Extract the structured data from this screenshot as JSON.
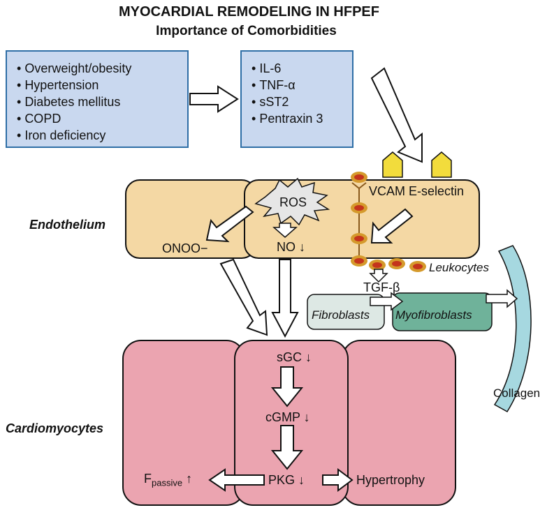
{
  "title": "MYOCARDIAL REMODELING IN HFPEF",
  "subtitle": "Importance of Comorbidities",
  "comorbidities": [
    "Overweight/obesity",
    "Hypertension",
    "Diabetes mellitus",
    "COPD",
    "Iron deficiency"
  ],
  "mediators": [
    "IL-6",
    "TNF-α",
    "sST2",
    "Pentraxin 3"
  ],
  "labels": {
    "endothelium": "Endothelium",
    "cardiomyocytes": "Cardiomyocytes",
    "ros": "ROS",
    "onoo": "ONOO−",
    "no": "NO ↓",
    "vcam": "VCAM E-selectin",
    "leukocytes": "Leukocytes",
    "tgf": "TGF-β",
    "fibroblasts": "Fibroblasts",
    "myofibroblasts": "Myofibroblasts",
    "collagen": "Collagen",
    "sgc": "sGC ↓",
    "cgmp": "cGMP ↓",
    "pkg": "PKG ↓",
    "hypertrophy": "Hypertrophy",
    "f": "F",
    "f_sub": "passive",
    "f_arrow": "↑"
  },
  "colors": {
    "box_fill": "#c9d8ef",
    "box_border": "#2e6ea6",
    "endothelium": "#f4d8a4",
    "cardiomyocyte": "#eba4b0",
    "fibroblast": "#dde8e4",
    "myofibroblast": "#6fb29a",
    "collagen": "#a6d8e0",
    "receptor": "#f2dc3c",
    "leukocyte_outer": "#d59a2c",
    "leukocyte_inner": "#c4341c"
  },
  "icons": [
    "ros-starburst",
    "receptor-pentagon",
    "leukocyte-cell",
    "collagen-fiber"
  ]
}
